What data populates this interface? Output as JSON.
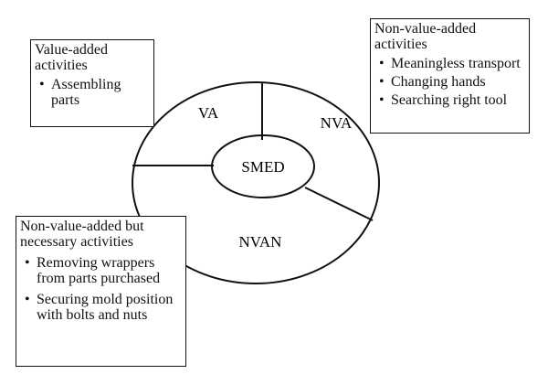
{
  "center": {
    "label": "SMED"
  },
  "segments": [
    {
      "id": "va",
      "label": "VA"
    },
    {
      "id": "nva",
      "label": "NVA"
    },
    {
      "id": "nvan",
      "label": "NVAN"
    }
  ],
  "boxes": {
    "va": {
      "title": "Value-added activities",
      "items": [
        "Assembling parts"
      ]
    },
    "nva": {
      "title": "Non-value-added activities",
      "items": [
        "Meaningless transport",
        "Changing hands",
        "Searching right tool"
      ]
    },
    "nvan": {
      "title": "Non-value-added but necessary activities",
      "items": [
        "Removing wrappers from parts purchased",
        "Securing mold position with bolts and nuts"
      ]
    }
  }
}
